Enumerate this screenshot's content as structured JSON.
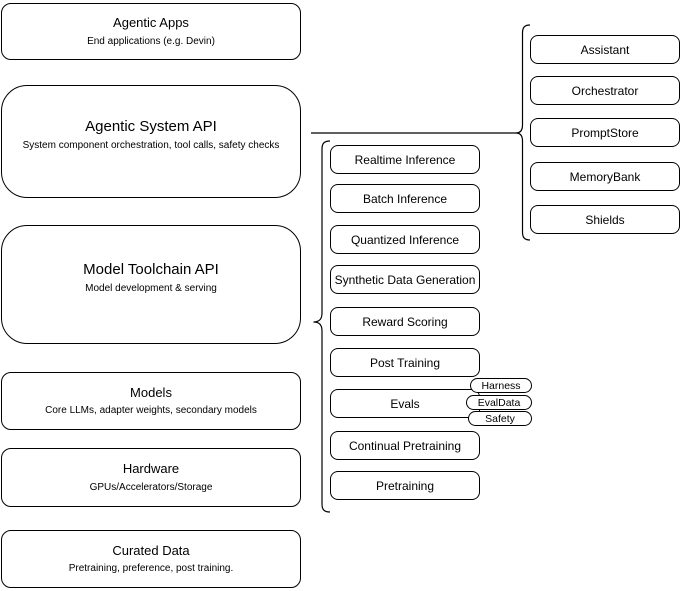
{
  "diagram": {
    "left_stack": [
      {
        "title": "Agentic Apps",
        "subtitle": "End applications (e.g. Devin)"
      },
      {
        "title": "Agentic System API",
        "subtitle": "System component orchestration, tool calls, safety checks"
      },
      {
        "title": "Model Toolchain API",
        "subtitle": "Model development & serving"
      },
      {
        "title": "Models",
        "subtitle": "Core LLMs, adapter weights, secondary models"
      },
      {
        "title": "Hardware",
        "subtitle": "GPUs/Accelerators/Storage"
      },
      {
        "title": "Curated Data",
        "subtitle": "Pretraining, preference, post training."
      }
    ],
    "toolchain_items": [
      {
        "label": "Realtime Inference"
      },
      {
        "label": "Batch Inference"
      },
      {
        "label": "Quantized Inference"
      },
      {
        "label": "Synthetic Data Generation"
      },
      {
        "label": "Reward Scoring"
      },
      {
        "label": "Post Training"
      },
      {
        "label": "Evals"
      },
      {
        "label": "Continual Pretraining"
      },
      {
        "label": "Pretraining"
      }
    ],
    "eval_tags": [
      {
        "label": "Harness"
      },
      {
        "label": "EvalData"
      },
      {
        "label": "Safety"
      }
    ],
    "system_components": [
      {
        "label": "Assistant"
      },
      {
        "label": "Orchestrator"
      },
      {
        "label": "PromptStore"
      },
      {
        "label": "MemoryBank"
      },
      {
        "label": "Shields"
      }
    ],
    "colors": {
      "stroke": "#000000",
      "fill": "#ffffff",
      "text": "#000000"
    }
  }
}
